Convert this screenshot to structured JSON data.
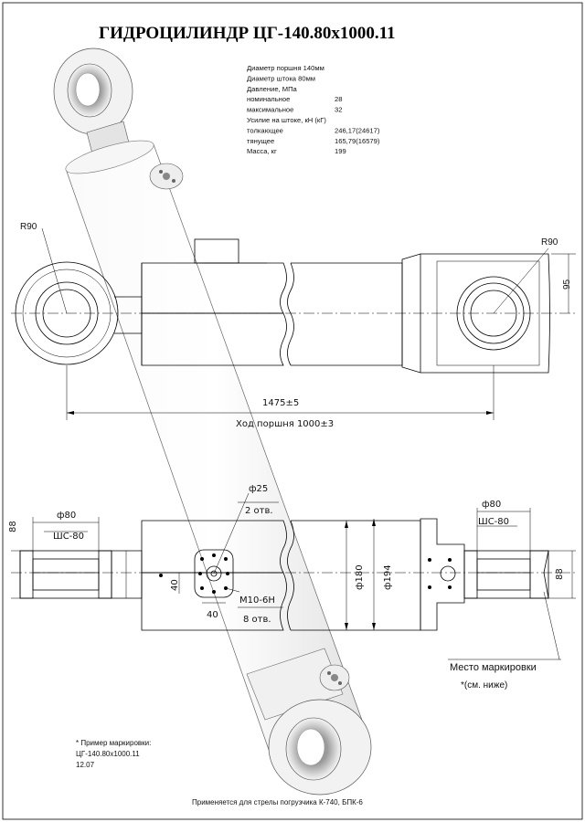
{
  "title": "ГИДРОЦИЛИНДР  ЦГ-140.80х1000.11",
  "specs": [
    {
      "label": "Диаметр поршня 140мм",
      "value": ""
    },
    {
      "label": "Диаметр штока 80мм",
      "value": ""
    },
    {
      "label": "Давление, МПа",
      "value": ""
    },
    {
      "label": "номинальное",
      "value": "28"
    },
    {
      "label": "максимальное",
      "value": "32"
    },
    {
      "label": "Усилие на штоке, кН (кГ)",
      "value": ""
    },
    {
      "label": "толкающее",
      "value": "246,17(24617)"
    },
    {
      "label": "тянущее",
      "value": "165,79(16579)"
    },
    {
      "label": "Масса, кг",
      "value": "199"
    }
  ],
  "dims": {
    "r90_left": "R90",
    "r90_right": "R90",
    "h95": "95",
    "len1475": "1475±5",
    "stroke": "Ход поршня 1000±3",
    "d80_left": "ф80",
    "shs80_left": "ШС-80",
    "h88_left": "88",
    "d25": "ф25",
    "holes2": "2 отв.",
    "m10": "М10-6Н",
    "holes8": "8 отв.",
    "v40": "40",
    "h40": "40",
    "d180": "ф180",
    "d194": "ф194",
    "d80_right": "ф80",
    "shs80_right": "ШС-80",
    "h88_right": "88"
  },
  "marking_place": "Место маркировки",
  "marking_ref": "*(см. ниже)",
  "example": {
    "heading": "* Пример маркировки:",
    "line1": "ЦГ-140.80х1000.11",
    "line2": "12.07"
  },
  "footer": "Применяется для стрелы погрузчика К-740, БПК-6"
}
